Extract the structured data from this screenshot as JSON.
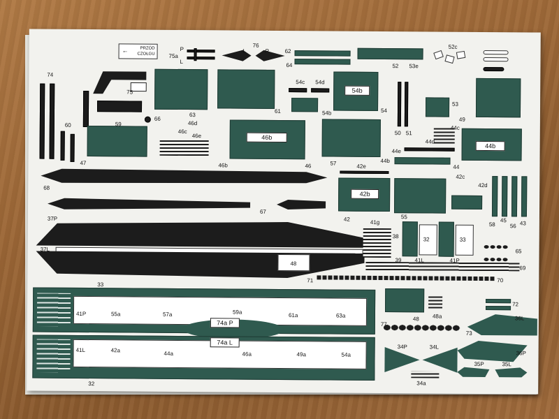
{
  "sheet": {
    "direction_note": [
      "PRZÓD",
      "CZOŁGU"
    ],
    "labels": {
      "l75a": "75a",
      "l76": "76",
      "lP": "P",
      "lL": "L",
      "l62": "62",
      "l64": "64",
      "l52": "52",
      "l53": "53",
      "l52c": "52c",
      "l53e": "53e",
      "l74": "74",
      "l75": "75",
      "l63": "63",
      "l61": "61",
      "l54c": "54c",
      "l54d": "54d",
      "l54b_a": "54b",
      "l54b_b": "54b",
      "l54": "54",
      "l50": "50",
      "l51": "51",
      "l49": "49",
      "l60": "60",
      "l59": "59",
      "l66": "66",
      "l46c": "46c",
      "l46d": "46d",
      "l46e": "46e",
      "l46b_a": "46b",
      "l46b_b": "46b",
      "l46": "46",
      "l57": "57",
      "l44b": "44b",
      "l44c": "44c",
      "l44d": "44d",
      "l44e": "44e",
      "l44": "44",
      "l47": "47",
      "l68": "68",
      "l42e": "42e",
      "l42b": "42b",
      "l42": "42",
      "l42c": "42c",
      "l42d": "42d",
      "l55": "55",
      "l58": "58",
      "l45": "45",
      "l56": "56",
      "l43": "43",
      "l67": "67",
      "l37P": "37P",
      "l37L": "37L",
      "l41g": "41g",
      "l38": "38",
      "l39": "39",
      "l32": "32",
      "l33": "33",
      "l41L": "41L",
      "l41P": "41P",
      "l65": "65",
      "l69": "69",
      "l48_a": "48",
      "l71": "71",
      "l70": "70",
      "l33b": "33",
      "l41Pb": "41P",
      "l55a": "55a",
      "l57a": "57a",
      "l59a": "59a",
      "l61a": "61a",
      "l63a": "63a",
      "l74aP": "74a P",
      "l74aL": "74a L",
      "l41Lb": "41L",
      "l42a": "42a",
      "l44a": "44a",
      "l46a": "46a",
      "l49a": "49a",
      "l54a": "54a",
      "l32b": "32",
      "l77": "77",
      "l48_b": "48",
      "l48a": "48a",
      "l72": "72",
      "l73": "73",
      "l36L": "36L",
      "l36P": "36P",
      "l34P": "34P",
      "l34L": "34L",
      "l35P": "35P",
      "l35L": "35L",
      "l34a": "34a"
    },
    "colors": {
      "green": "#2f5a4f",
      "black": "#1c1c1c",
      "paper": "#f2f2ee"
    }
  }
}
